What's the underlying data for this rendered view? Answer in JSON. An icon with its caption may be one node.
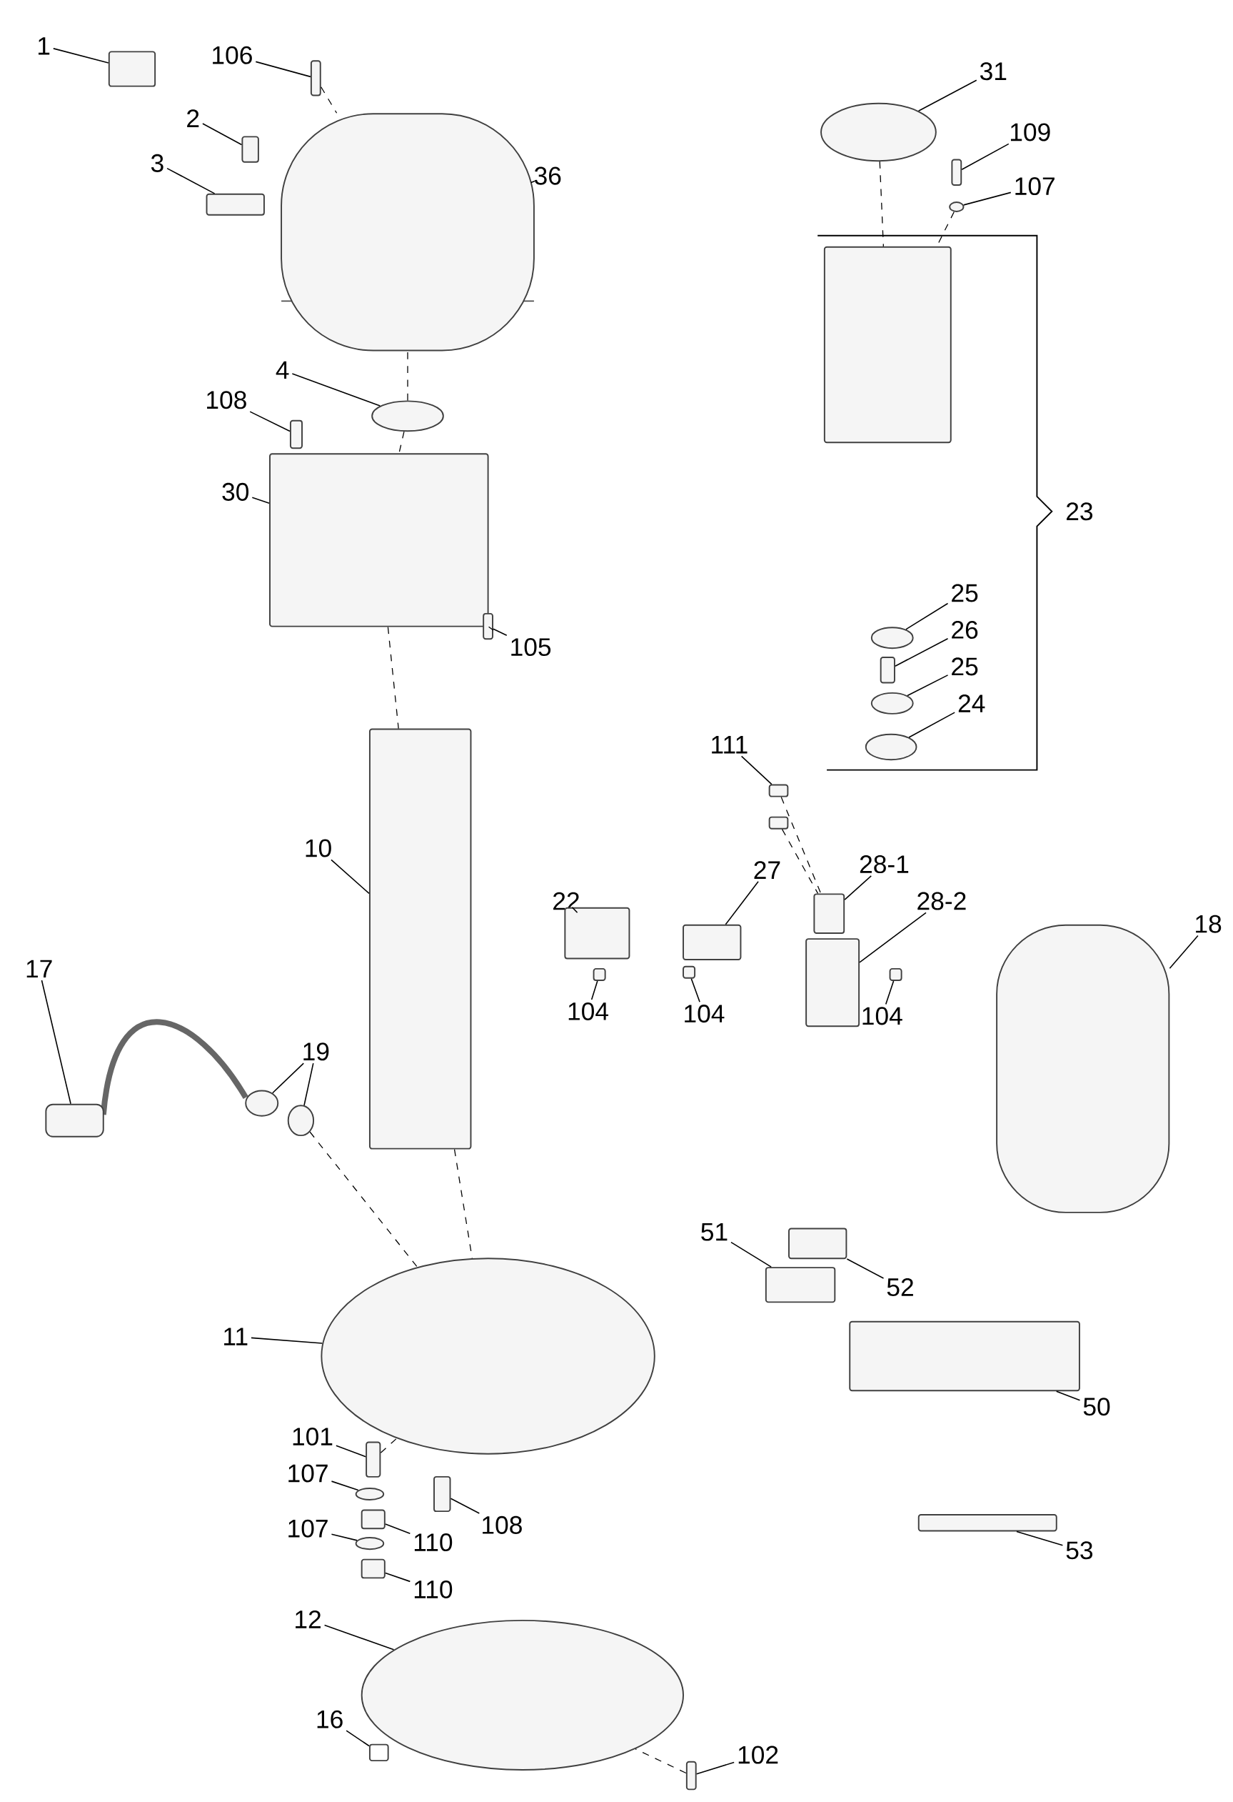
{
  "diagram": {
    "nodes": [
      {
        "text": [
          "1"
        ]
      },
      {
        "text": [],
        "shape": "box"
      },
      {
        "text": [
          "106"
        ]
      },
      {
        "text": [],
        "shape": "box"
      },
      {
        "text": [
          "2"
        ]
      },
      {
        "text": [],
        "shape": "box"
      },
      {
        "text": [
          "3"
        ]
      },
      {
        "text": [],
        "shape": "box"
      },
      {
        "text": [
          "36"
        ]
      },
      {
        "text": [],
        "shape": "box"
      },
      {
        "text": [
          "4"
        ]
      },
      {
        "text": [],
        "shape": "circle"
      },
      {
        "text": [
          "108"
        ]
      },
      {
        "text": [],
        "shape": "box"
      },
      {
        "text": [
          "30"
        ]
      },
      {
        "text": [],
        "shape": "box"
      },
      {
        "text": [
          "105"
        ]
      },
      {
        "text": [],
        "shape": "box"
      },
      {
        "text": [
          "31"
        ]
      },
      {
        "text": [],
        "shape": "circle"
      },
      {
        "text": [
          "109"
        ]
      },
      {
        "text": [],
        "shape": "box"
      },
      {
        "text": [
          "107"
        ]
      },
      {
        "text": [],
        "shape": "circle"
      },
      {
        "text": [],
        "shape": "box"
      },
      {
        "text": [
          "25"
        ]
      },
      {
        "text": [],
        "shape": "circle"
      },
      {
        "text": [
          "26"
        ]
      },
      {
        "text": [],
        "shape": "box"
      },
      {
        "text": [
          "25"
        ]
      },
      {
        "text": [],
        "shape": "circle"
      },
      {
        "text": [
          "24"
        ]
      },
      {
        "text": [],
        "shape": "circle"
      },
      {
        "text": [
          "111"
        ]
      },
      {
        "text": [],
        "shape": "box"
      },
      {
        "text": [],
        "shape": "box"
      },
      {
        "text": [
          "22"
        ]
      },
      {
        "text": [],
        "shape": "box"
      },
      {
        "text": [
          "104"
        ]
      },
      {
        "text": [],
        "shape": "box"
      },
      {
        "text": [
          "27"
        ]
      },
      {
        "text": [],
        "shape": "box"
      },
      {
        "text": [
          "104"
        ]
      },
      {
        "text": [],
        "shape": "box"
      },
      {
        "text": [
          "28-1"
        ]
      },
      {
        "text": [],
        "shape": "box"
      },
      {
        "text": [
          "28-2"
        ]
      },
      {
        "text": [],
        "shape": "box"
      },
      {
        "text": [
          "104"
        ]
      },
      {
        "text": [],
        "shape": "box"
      },
      {
        "text": [
          "18"
        ]
      },
      {
        "text": [],
        "shape": "box"
      },
      {
        "text": [
          "10"
        ]
      },
      {
        "text": [],
        "shape": "box"
      },
      {
        "text": [
          "17"
        ]
      },
      {
        "text": [],
        "shape": "box"
      },
      {
        "text": [
          "19"
        ]
      },
      {
        "text": [],
        "shape": "circle"
      },
      {
        "text": [],
        "shape": "circle"
      },
      {
        "text": [
          "11"
        ]
      },
      {
        "text": [],
        "shape": "circle"
      },
      {
        "text": [
          "51"
        ]
      },
      {
        "text": [],
        "shape": "box"
      },
      {
        "text": [
          "52"
        ]
      },
      {
        "text": [],
        "shape": "box"
      },
      {
        "text": [
          "50"
        ]
      },
      {
        "text": [],
        "shape": "box"
      },
      {
        "text": [
          "101"
        ]
      },
      {
        "text": [],
        "shape": "box"
      },
      {
        "text": [
          "107"
        ]
      },
      {
        "text": [],
        "shape": "circle"
      },
      {
        "text": [
          "107"
        ]
      },
      {
        "text": [],
        "shape": "circle"
      },
      {
        "text": [
          "110"
        ]
      },
      {
        "text": [],
        "shape": "box"
      },
      {
        "text": [
          "110"
        ]
      },
      {
        "text": [],
        "shape": "box"
      },
      {
        "text": [
          "108"
        ]
      },
      {
        "text": [],
        "shape": "box"
      },
      {
        "text": [
          "53"
        ]
      },
      {
        "text": [],
        "shape": "box"
      },
      {
        "text": [
          "12"
        ]
      },
      {
        "text": [],
        "shape": "circle"
      },
      {
        "text": [
          "16"
        ]
      },
      {
        "text": [],
        "shape": "box",
        "in": 82
      },
      {
        "text": [
          "102"
        ]
      },
      {
        "text": [],
        "shape": "box"
      }
    ],
    "edges": [
      {
        "from": 0,
        "to": 1,
        "arrow": "none"
      },
      {
        "from": 2,
        "to": 3,
        "arrow": "none"
      },
      {
        "from": 4,
        "to": 5,
        "arrow": "none"
      },
      {
        "from": 6,
        "to": 7,
        "arrow": "none"
      },
      {
        "from": 8,
        "to": 9,
        "arrow": "none"
      },
      {
        "from": 10,
        "to": 11,
        "arrow": "none"
      },
      {
        "from": 12,
        "to": 13,
        "arrow": "none"
      },
      {
        "from": 14,
        "to": 15,
        "arrow": "none"
      },
      {
        "from": 16,
        "to": 17,
        "arrow": "none"
      },
      {
        "from": 18,
        "to": 19,
        "arrow": "none"
      },
      {
        "from": 20,
        "to": 21,
        "arrow": "none"
      },
      {
        "from": 22,
        "to": 23,
        "arrow": "none"
      },
      {
        "from": 25,
        "to": 26,
        "arrow": "none"
      },
      {
        "from": 27,
        "to": 28,
        "arrow": "none"
      },
      {
        "from": 29,
        "to": 30,
        "arrow": "none"
      },
      {
        "from": 31,
        "to": 32,
        "arrow": "none"
      },
      {
        "from": 33,
        "to": 34,
        "arrow": "none"
      },
      {
        "from": 36,
        "to": 37,
        "arrow": "none"
      },
      {
        "from": 38,
        "to": 39,
        "arrow": "none"
      },
      {
        "from": 40,
        "to": 41,
        "arrow": "none"
      },
      {
        "from": 42,
        "to": 43,
        "arrow": "none"
      },
      {
        "from": 44,
        "to": 45,
        "arrow": "none"
      },
      {
        "from": 46,
        "to": 47,
        "arrow": "none"
      },
      {
        "from": 48,
        "to": 49,
        "arrow": "none"
      },
      {
        "from": 50,
        "to": 51,
        "arrow": "none"
      },
      {
        "from": 52,
        "to": 53,
        "arrow": "none"
      },
      {
        "from": 54,
        "to": 55,
        "arrow": "none"
      },
      {
        "from": 56,
        "to": 57,
        "arrow": "none"
      },
      {
        "from": 56,
        "to": 58,
        "arrow": "none"
      },
      {
        "from": 59,
        "to": 60,
        "arrow": "none"
      },
      {
        "from": 61,
        "to": 62,
        "arrow": "none"
      },
      {
        "from": 63,
        "to": 64,
        "arrow": "none"
      },
      {
        "from": 65,
        "to": 66,
        "arrow": "none"
      },
      {
        "from": 67,
        "to": 68,
        "arrow": "none"
      },
      {
        "from": 69,
        "to": 70,
        "arrow": "none"
      },
      {
        "from": 71,
        "to": 72,
        "arrow": "none"
      },
      {
        "from": 73,
        "to": 74,
        "arrow": "none"
      },
      {
        "from": 75,
        "to": 76,
        "arrow": "none"
      },
      {
        "from": 77,
        "to": 78,
        "arrow": "none"
      },
      {
        "from": 79,
        "to": 80,
        "arrow": "none"
      },
      {
        "from": 81,
        "to": 82,
        "arrow": "none"
      },
      {
        "from": 83,
        "to": 84,
        "arrow": "none"
      },
      {
        "from": 85,
        "to": 86,
        "arrow": "none"
      },
      {
        "from": 3,
        "to": 9,
        "arrow": "none",
        "style": "dashed"
      },
      {
        "from": 11,
        "to": 9,
        "arrow": "none",
        "style": "dashed"
      },
      {
        "from": 11,
        "to": 15,
        "arrow": "none",
        "style": "dashed"
      },
      {
        "from": 15,
        "to": 53,
        "arrow": "none",
        "style": "dashed"
      },
      {
        "from": 53,
        "to": 60,
        "arrow": "none",
        "style": "dashed"
      },
      {
        "from": 58,
        "to": 60,
        "arrow": "none",
        "style": "dashed"
      },
      {
        "from": 19,
        "to": 24,
        "arrow": "none",
        "style": "dashed"
      },
      {
        "from": 23,
        "to": 24,
        "arrow": "none",
        "style": "dashed"
      },
      {
        "from": 34,
        "to": 45,
        "arrow": "none",
        "style": "dashed"
      },
      {
        "from": 35,
        "to": 45,
        "arrow": "none",
        "style": "dashed"
      },
      {
        "from": 17,
        "to": 15,
        "arrow": "none",
        "style": "dashed"
      },
      {
        "from": 68,
        "to": 60,
        "arrow": "none",
        "style": "dashed"
      },
      {
        "from": 86,
        "to": 82,
        "arrow": "none",
        "style": "dashed"
      }
    ],
    "labels": [
      "23"
    ]
  }
}
